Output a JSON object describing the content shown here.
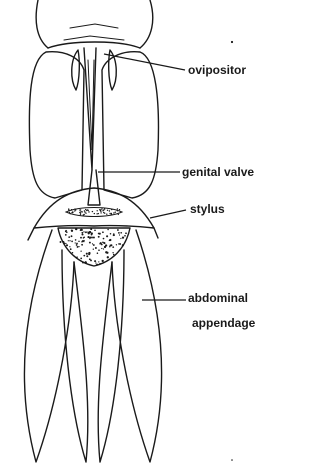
{
  "labels": {
    "ovipositor": "ovipositor",
    "genital_valve": "genital valve",
    "stylus": "stylus",
    "abdominal_appendage_line1": "abdominal",
    "abdominal_appendage_line2": "appendage"
  },
  "colors": {
    "ink": "#1a1a1a",
    "background": "#ffffff"
  }
}
